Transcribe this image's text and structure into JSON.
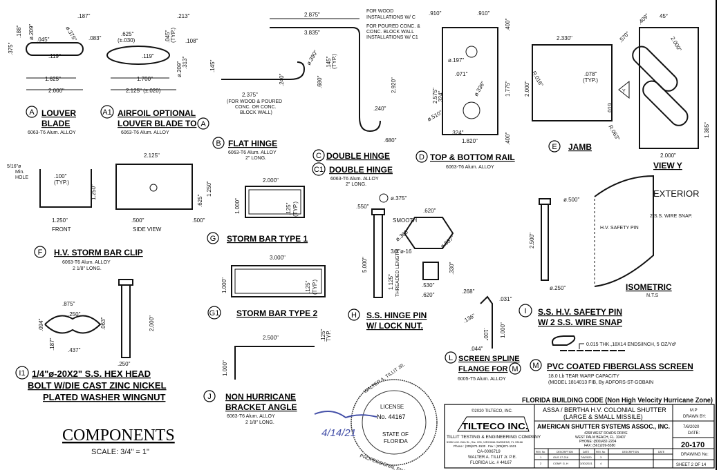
{
  "notes": {
    "wood": "FOR WOOD",
    "wood2": "INSTALLATIONS W/ C",
    "conc": "FOR POURED CONC. &",
    "conc2": "CONC. BLOCK WALL",
    "conc3": "INSTALLATIONS W/ C1"
  },
  "parts": {
    "A": {
      "letter": "A",
      "title1": "LOUVER",
      "title2": "BLADE",
      "material": "6063-T6 Alum. ALLOY",
      "dims": [
        ".187\"",
        ".375\"",
        ".188\"",
        "ø.209\"",
        "ø.375\"",
        ".045\"",
        ".083\"",
        ".119\"",
        "1.625\"",
        "2.000\""
      ]
    },
    "A1": {
      "letter": "A1",
      "title1": "AIRFOIL OPTIONAL",
      "title2": "LOUVER BLADE TO",
      "ref": "A",
      "material": "6063-T6 Alum. ALLOY",
      "dims": [
        ".213\"",
        ".625\"",
        "(±.030)",
        ".045\"",
        "(TYP.)",
        ".108\"",
        ".119\"",
        ".313\"",
        "ø.209\"",
        "1.700\"",
        "2.125\" (±.020)"
      ]
    },
    "B": {
      "letter": "B",
      "title": "FLAT HINGE",
      "material": "6063-T6 Alum. ALLOY",
      "length": "2\" LONG.",
      "dims": [
        "2.875\"",
        "3.835\"",
        ".145\"",
        "ø.390\"",
        ".240\"",
        ".680\"",
        "2.375\"",
        "(FOR WOOD & POURED",
        "CONC. OR CONC.",
        "BLOCK WALL)"
      ]
    },
    "C": {
      "letter": "C",
      "title": "DOUBLE HINGE",
      "dims": [
        ".145\"",
        "(TYP.)",
        "2.920\"",
        ".240\"",
        ".680\""
      ]
    },
    "C1": {
      "letter": "C1",
      "title": "DOUBLE HINGE",
      "material": "6063-T6 Alum. ALLOY",
      "length": "2\" LONG."
    },
    "D": {
      "letter": "D",
      "title": "TOP & BOTTOM RAIL",
      "material": "6063-T6 Alum. ALLOY",
      "dims": [
        ".910\"",
        ".910\"",
        ".400\"",
        "ø.197\"",
        ".071\"",
        "2.575\"",
        ".324\"",
        "ø.336\"",
        "ø.510\"",
        "1.775\"",
        ".324\"",
        "1.820\"",
        ".400\""
      ]
    },
    "E": {
      "letter": "E",
      "title": "JAMB",
      "dims": [
        "2.330\"",
        "R.016\"",
        ".078\"",
        "(TYP.)",
        "2.000\"",
        ".019",
        "R.063\"",
        "Y"
      ]
    },
    "viewY": {
      "title": "VIEW Y",
      "dims": [
        "45°",
        ".570\"",
        ".409\"",
        "2.000\"",
        "1.385\"",
        "2.000\""
      ]
    },
    "F": {
      "letter": "F",
      "title": "H.V. STORM BAR CLIP",
      "material": "6063-T6 Alum. ALLOY",
      "length": "2 1/8\" LONG.",
      "dims": [
        "5/16\"ø",
        "Min.",
        "HOLE",
        ".100\"",
        "(TYP.)",
        "1.250\"",
        "1.250\"",
        "FRONT",
        "2.125\"",
        ".625\"",
        "1.250\"",
        ".500\"",
        ".500\"",
        "SIDE VIEW"
      ]
    },
    "G": {
      "letter": "G",
      "title": "STORM BAR TYPE 1",
      "dims": [
        "2.000\"",
        "1.000\"",
        ".125\"",
        "(TYP.)"
      ]
    },
    "G1": {
      "letter": "G1",
      "title": "STORM BAR TYPE 2",
      "dims": [
        "3.000\"",
        "1.000\"",
        ".125\"",
        "(TYP.)"
      ]
    },
    "H": {
      "letter": "H",
      "title1": "S.S. HINGE PIN",
      "title2": "W/ LOCK NUT.",
      "dims": [
        "ø.375\"",
        ".550\"",
        "SMOOTH",
        "3/8\"ø-16",
        "5.000\"",
        "1.125\"",
        "THREADED LENGTH",
        ".620\"",
        "ø.360\"",
        "ø.537\"",
        ".330\"",
        ".530\"",
        ".620\""
      ]
    },
    "I": {
      "letter": "I",
      "title1": "S.S. H.V. SAFETY PIN",
      "title2": "W/ 2 S.S. WIRE SNAP",
      "dims": [
        "ø.500\"",
        "2.500\"",
        "ø.250\""
      ],
      "exterior": "EXTERIOR",
      "wire": "2 S.S. WIRE SNAP.",
      "pin": "H.V. SAFETY PIN",
      "iso": "ISOMETRIC",
      "nts": "N.T.S"
    },
    "I1": {
      "letter": "I1",
      "title1": "1/4\"ø-20X2\" S.S. HEX HEAD",
      "title2": "BOLT W/DIE CAST ZINC NICKEL",
      "title3": "PLATED WASHER WINGNUT",
      "dims": [
        ".875\"",
        ".250\"",
        ".094\"",
        ".063\"",
        ".187\"",
        ".437\"",
        "2.000\"",
        ".250\""
      ]
    },
    "J": {
      "letter": "J",
      "title1": "NON HURRICANE",
      "title2": "BRACKET ANGLE",
      "material": "6063-T6 Alum. ALLOY",
      "length": "2 1/8\" LONG.",
      "dims": [
        "2.500\"",
        ".125\"",
        "TYP.",
        "1.000\""
      ]
    },
    "L": {
      "letter": "L",
      "title1": "SCREEN SPLINE",
      "title2": "FLANGE FOR",
      "ref": "M",
      "material": "6005-T5 Alum. ALLOY",
      "dims": [
        ".268\"",
        ".031\"",
        ".136\"",
        ".100\"",
        ".044\"",
        "1.000\""
      ]
    },
    "M": {
      "letter": "M",
      "title": "PVC COATED FIBERGLASS SCREEN",
      "line1": "18.0 Lb TEAR WARP CAPACITY",
      "line2": "(MODEL 1814013 FIB, By ADFORS-ST-GOBAIN",
      "spec": "0.015 THK.,18X14 ENDS/INCH, 5 OZ/Yd³"
    }
  },
  "sheet": {
    "title": "COMPONENTS",
    "scale": "SCALE: 3/4\" = 1\""
  },
  "stamp": {
    "name": "WALTER A. TILLIT JR.",
    "license": "LICENSE",
    "number": "No. 44167",
    "state1": "STATE OF",
    "state2": "FLORIDA",
    "pe": "PROFESSIONAL ENGINEER",
    "signature_date": "4/14/21"
  },
  "title_block": {
    "code": "FLORIDA BUILDING CODE (Non High Velocity Hurricane Zone)",
    "copyright": "©2020 TILTECO, INC.",
    "logo": "TILTECO INC.",
    "company": "TILLIT TESTING & ENGINEERING COMPANY",
    "address": "5355 N.W. 24th St., Ste. 205, VIRGINIA GARDENS, FL 33166",
    "phone": "Phone : (305)871-1530 . Fax : (305)871-1531",
    "ca": "CA-0006719",
    "engineer": "WALTER A. TILLIT Jr. P.E.",
    "lic": "FLORIDA Lic. # 44167",
    "project1": "ASSA / BERTHA H.V. COLONIAL SHUTTER",
    "project2": "(LARGE & SMALL MISSILE)",
    "client": "AMERICAN SHUTTER SYSTEMS ASSOC., INC.",
    "client_addr1": "4268 WEST ROADS DRIVE",
    "client_addr2": "WEST PALM BEACH, FL. 33407",
    "client_phone": "PHONE: (800)432-2204",
    "client_fax": "FAX: (561)209-8380",
    "drawn_by": "M.P",
    "drawn_by_label": "DRAWN BY:",
    "date": "7/6/2020",
    "date_label": "DATE:",
    "drawing_no": "20-170",
    "drawing_no_label": "DRAWING No:",
    "sheet": "SHEET 2 OF 14",
    "rev_headers": [
      "REV. No",
      "DESCRIPTION",
      "DATE",
      "REV. No",
      "DESCRIPTION",
      "DATE"
    ],
    "revs": [
      [
        "1",
        "OUS 17-216",
        "7/6/2020",
        "3",
        "",
        ""
      ],
      [
        "2",
        "COMP. G, H",
        "3/30/2021",
        "4",
        "",
        ""
      ]
    ]
  }
}
